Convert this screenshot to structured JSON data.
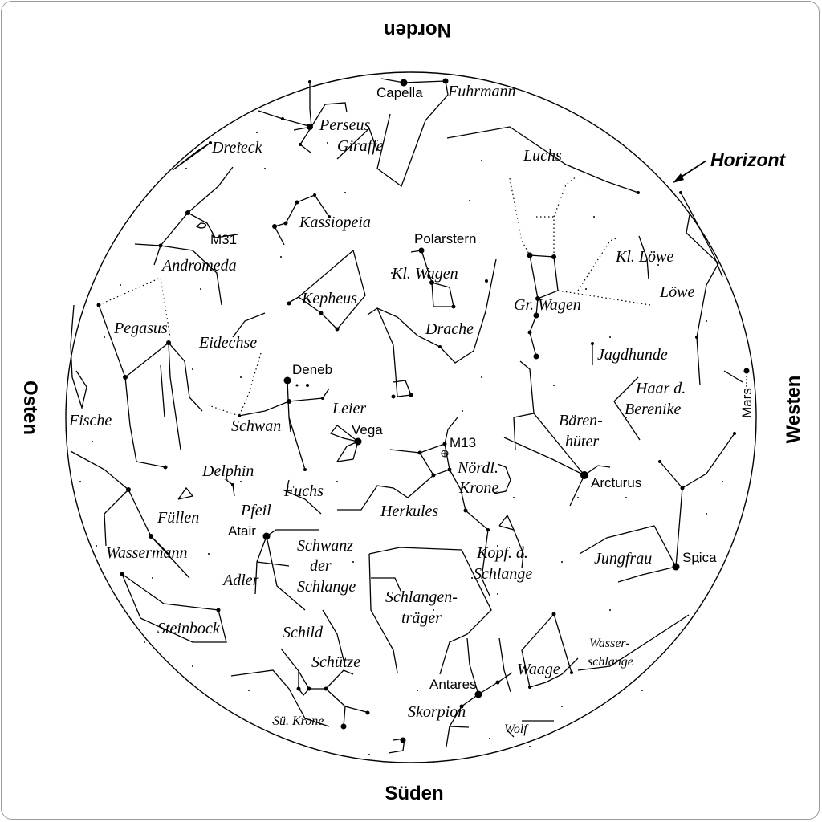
{
  "directions": {
    "north": "Norden",
    "south": "Süden",
    "east": "Osten",
    "west": "Westen"
  },
  "horizon_label": "Horizont",
  "planet_label": "Mars",
  "stars": {
    "capella": "Capella",
    "polaris": "Polarstern",
    "deneb": "Deneb",
    "vega": "Vega",
    "m13": "M13",
    "m31": "M31",
    "arcturus": "Arcturus",
    "atair": "Atair",
    "spica": "Spica",
    "antares": "Antares"
  },
  "constellations": {
    "fuhrmann": "Fuhrmann",
    "perseus": "Perseus",
    "giraffe": "Giraffe",
    "dreieck": "Dreieck",
    "luchs": "Luchs",
    "kassiopeia": "Kassiopeia",
    "andromeda": "Andromeda",
    "kl_wagen": "Kl. Wagen",
    "kl_loewe": "Kl. Löwe",
    "loewe": "Löwe",
    "kepheus": "Kepheus",
    "gr_wagen": "Gr. Wagen",
    "pegasus": "Pegasus",
    "drache": "Drache",
    "eidechse": "Eidechse",
    "jagdhunde": "Jagdhunde",
    "haar_1": "Haar d.",
    "haar_2": "Berenike",
    "fische": "Fische",
    "leier": "Leier",
    "schwan": "Schwan",
    "baerenhueter_1": "Bären-",
    "baerenhueter_2": "hüter",
    "noerdl_krone_1": "Nördl.",
    "noerdl_krone_2": "Krone",
    "delphin": "Delphin",
    "fuchs": "Fuchs",
    "fuellen": "Füllen",
    "pfeil": "Pfeil",
    "herkules": "Herkules",
    "wassermann": "Wassermann",
    "schwanz_1": "Schwanz",
    "schwanz_2": "der",
    "schwanz_3": "Schlange",
    "kopf_1": "Kopf. d.",
    "kopf_2": "Schlange",
    "jungfrau": "Jungfrau",
    "adler": "Adler",
    "schlangentraeger_1": "Schlangen-",
    "schlangentraeger_2": "träger",
    "steinbock": "Steinbock",
    "schild": "Schild",
    "wasserschlange_1": "Wasser-",
    "wasserschlange_2": "schlange",
    "schuetze": "Schütze",
    "waage": "Waage",
    "skorpion": "Skorpion",
    "sued_krone": "Sü. Krone",
    "wolf": "Wolf"
  }
}
